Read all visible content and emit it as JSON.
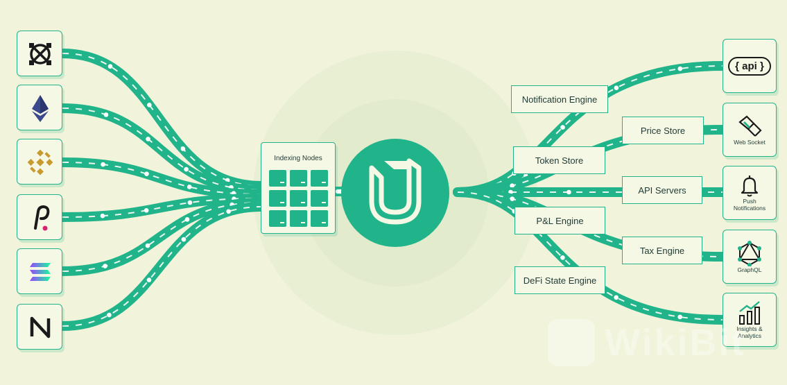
{
  "colors": {
    "background": "#f1f4da",
    "accent": "#21b38a",
    "halo": "#e5ecd0",
    "text": "#1f3a34"
  },
  "sources": [
    {
      "name": "cosmos-icon"
    },
    {
      "name": "ethereum-icon"
    },
    {
      "name": "bnb-chain-icon"
    },
    {
      "name": "polkadot-icon"
    },
    {
      "name": "solana-icon"
    },
    {
      "name": "near-icon"
    }
  ],
  "indexing": {
    "title": "Indexing Nodes"
  },
  "hub": {
    "logo": "unmarshal-u-logo"
  },
  "engines": {
    "notification": "Notification Engine",
    "token_store": "Token Store",
    "price_store": "Price Store",
    "api_servers": "API Servers",
    "pnl": "P&L Engine",
    "tax": "Tax Engine",
    "defi": "DeFi State Engine"
  },
  "destinations": {
    "api": {
      "label": "{ api }"
    },
    "websocket": {
      "label": "Web Socket"
    },
    "push": {
      "label1": "Push",
      "label2": "Notifications"
    },
    "graphql": {
      "label": "GraphQL"
    },
    "insights": {
      "label1": "Insights &",
      "label2": "Analytics"
    }
  },
  "watermark": "WikiBit"
}
